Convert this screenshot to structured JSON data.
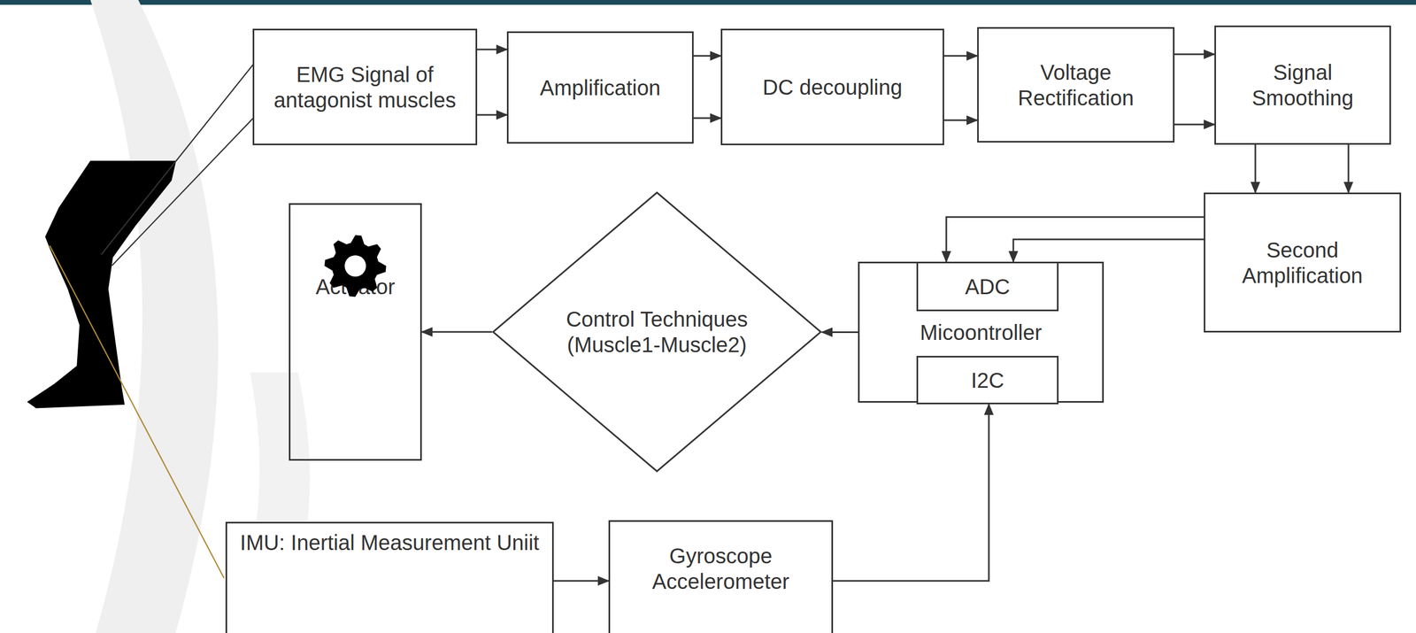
{
  "diagram": {
    "nodes": [
      {
        "text": [
          "EMG Signal of antagonist muscles"
        ]
      },
      {
        "text": [
          "Amplification"
        ]
      },
      {
        "text": [
          "DC decoupling"
        ]
      },
      {
        "text": [
          "Voltage Rectification"
        ]
      },
      {
        "text": [
          "Signal Smoothing"
        ]
      },
      {
        "text": [
          "Second Amplification"
        ]
      },
      {
        "text": [
          "Micoontroller"
        ]
      },
      {
        "text": [
          "ADC"
        ],
        "in": 6
      },
      {
        "text": [
          "I2C"
        ],
        "in": 6
      },
      {
        "text": [
          "Control Techniques (Muscle1-Muscle2)"
        ]
      },
      {
        "text": [
          "Actuator"
        ]
      },
      {
        "text": [
          "IMU: Inertial Measurement Uniit"
        ]
      },
      {
        "text": [
          "Gyroscope Accelerometer"
        ]
      }
    ],
    "edges": [
      {
        "from": 0,
        "to": 1,
        "arrow": "to"
      },
      {
        "from": 0,
        "to": 1,
        "arrow": "to"
      },
      {
        "from": 1,
        "to": 2,
        "arrow": "to"
      },
      {
        "from": 1,
        "to": 2,
        "arrow": "to"
      },
      {
        "from": 2,
        "to": 3,
        "arrow": "to"
      },
      {
        "from": 2,
        "to": 3,
        "arrow": "to"
      },
      {
        "from": 3,
        "to": 4,
        "arrow": "to"
      },
      {
        "from": 3,
        "to": 4,
        "arrow": "to"
      },
      {
        "from": 4,
        "to": 5,
        "arrow": "to"
      },
      {
        "from": 4,
        "to": 5,
        "arrow": "to"
      },
      {
        "from": 5,
        "to": 7,
        "arrow": "to"
      },
      {
        "from": 5,
        "to": 7,
        "arrow": "to"
      },
      {
        "from": 6,
        "to": 9,
        "arrow": "to"
      },
      {
        "from": 9,
        "to": 10,
        "arrow": "to"
      },
      {
        "from": 11,
        "to": 12,
        "arrow": "to"
      },
      {
        "from": 12,
        "to": 8,
        "arrow": "to"
      }
    ]
  }
}
